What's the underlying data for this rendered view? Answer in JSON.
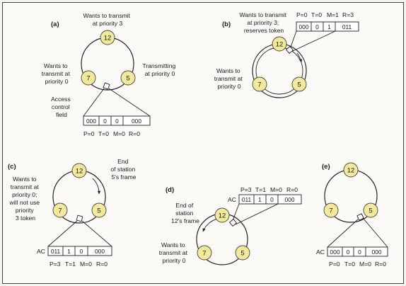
{
  "panels": {
    "a": {
      "label": "(a)",
      "stations": [
        "12",
        "7",
        "5"
      ],
      "note_12": [
        "Wants to transmit",
        "at priority 3"
      ],
      "note_7": [
        "Wants to",
        "transmit at",
        "priority 0"
      ],
      "note_5": [
        "Transmitting",
        "at priority 0"
      ],
      "field_label": [
        "Access",
        "control",
        "field"
      ],
      "cells": [
        "000",
        "0",
        "0",
        "000"
      ],
      "bits": [
        "P=0",
        "T=0",
        "M=0",
        "R=0"
      ]
    },
    "b": {
      "label": "(b)",
      "stations": [
        "12",
        "7",
        "5"
      ],
      "note_12": [
        "Wants to transmit",
        "at priority 3;",
        "reserves token"
      ],
      "note_7": [
        "Wants to",
        "transmit at",
        "priority 0"
      ],
      "bits": [
        "P=0",
        "T=0",
        "M=1",
        "R=3"
      ],
      "cells": [
        "000",
        "0",
        "1",
        "011"
      ]
    },
    "c": {
      "label": "(c)",
      "stations": [
        "12",
        "7",
        "5"
      ],
      "note_7": [
        "Wants to",
        "transmit at",
        "priority 0;",
        "will not use",
        "priority",
        "3 token"
      ],
      "note_end": [
        "End",
        "of station",
        "5's frame"
      ],
      "ac": "AC",
      "cells": [
        "011",
        "1",
        "0",
        "000"
      ],
      "bits": [
        "P=3",
        "T=1",
        "M=0",
        "R=0"
      ]
    },
    "d": {
      "label": "(d)",
      "stations": [
        "12",
        "7",
        "5"
      ],
      "bits": [
        "P=3",
        "T=1",
        "M=0",
        "R=0"
      ],
      "ac": "AC",
      "cells": [
        "011",
        "1",
        "0",
        "000"
      ],
      "note_end": [
        "End of",
        "station",
        "12's frame"
      ],
      "note_7": [
        "Wants to",
        "transmit at",
        "priority 0"
      ]
    },
    "e": {
      "label": "(e)",
      "stations": [
        "12",
        "7",
        "5"
      ],
      "ac": "AC",
      "cells": [
        "000",
        "0",
        "0",
        "000"
      ],
      "bits": [
        "P=0",
        "T=0",
        "M=0",
        "R=0"
      ]
    }
  }
}
